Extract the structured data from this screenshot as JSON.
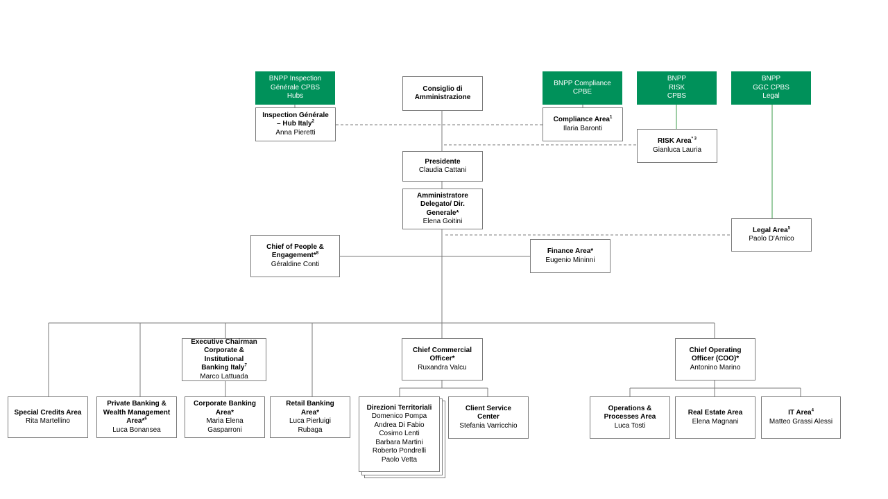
{
  "colors": {
    "green": "#00915a",
    "line": "#7a7a7a",
    "green_line": "#3b9b4a"
  },
  "green_boxes": {
    "inspection": [
      "BNPP Inspection",
      "Générale CPBS",
      "Hubs"
    ],
    "compliance": [
      "BNPP Compliance",
      "CPBE"
    ],
    "risk": [
      "BNPP",
      "RISK",
      "CPBS"
    ],
    "legal": [
      "BNPP",
      "GGC CPBS",
      "Legal"
    ]
  },
  "nodes": {
    "consiglio": {
      "title": [
        "Consiglio di",
        "Amministrazione"
      ],
      "names": []
    },
    "inspection_hub": {
      "title": [
        "Inspection Générale",
        "– Hub Italy"
      ],
      "sup": "2",
      "names": [
        "Anna Pieretti"
      ]
    },
    "compliance_area": {
      "title": [
        "Compliance Area"
      ],
      "sup": "1",
      "names": [
        "Ilaria Baronti"
      ]
    },
    "risk_area": {
      "title": [
        "RISK Area"
      ],
      "sup": "* 3",
      "names": [
        "Gianluca Lauria"
      ]
    },
    "presidente": {
      "title": [
        "Presidente"
      ],
      "names": [
        "Claudia Cattani"
      ]
    },
    "ad": {
      "title": [
        "Amministratore",
        "Delegato/ Dir.",
        "Generale*"
      ],
      "names": [
        "Elena Goitini"
      ]
    },
    "legal_area": {
      "title": [
        "Legal Area"
      ],
      "sup": "5",
      "names": [
        "Paolo D'Amico"
      ]
    },
    "people": {
      "title": [
        "Chief of People &",
        "Engagement*"
      ],
      "sup": "8",
      "names": [
        "Géraldine Conti"
      ]
    },
    "finance": {
      "title": [
        "Finance Area*"
      ],
      "names": [
        "Eugenio Mininni"
      ]
    },
    "exec_chairman": {
      "title": [
        "Executive Chairman",
        "Corporate &",
        "Institutional",
        "Banking Italy"
      ],
      "sup": "7",
      "names": [
        "Marco Lattuada"
      ]
    },
    "cco": {
      "title": [
        "Chief Commercial",
        "Officer*"
      ],
      "names": [
        "Ruxandra Valcu"
      ]
    },
    "coo": {
      "title": [
        "Chief Operating",
        "Officer (COO)*"
      ],
      "names": [
        "Antonino Marino"
      ]
    },
    "special_credits": {
      "title": [
        "Special Credits Area"
      ],
      "names": [
        "Rita Martellino"
      ]
    },
    "private_banking": {
      "title": [
        "Private Banking &",
        "Wealth Management",
        "Area*"
      ],
      "sup": "6",
      "names": [
        "Luca Bonansea"
      ]
    },
    "corporate_banking": {
      "title": [
        "Corporate Banking",
        "Area*"
      ],
      "names": [
        "Maria Elena",
        "Gasparroni"
      ]
    },
    "retail_banking": {
      "title": [
        "Retail Banking",
        "Area*"
      ],
      "names": [
        "Luca Pierluigi",
        "Rubaga"
      ]
    },
    "direzioni": {
      "title": [
        "Direzioni Territoriali"
      ],
      "names": [
        "Domenico Pompa",
        "Andrea Di Fabio",
        "Cosimo Lenti",
        "Barbara Martini",
        "Roberto Pondrelli",
        "Paolo Vetta"
      ]
    },
    "client_service": {
      "title": [
        "Client Service",
        "Center"
      ],
      "names": [
        "Stefania Varricchio"
      ]
    },
    "operations": {
      "title": [
        "Operations &",
        "Processes Area"
      ],
      "names": [
        "Luca Tosti"
      ]
    },
    "real_estate": {
      "title": [
        "Real Estate Area"
      ],
      "names": [
        "Elena Magnani"
      ]
    },
    "it_area": {
      "title": [
        "IT Area"
      ],
      "sup": "4",
      "names": [
        "Matteo Grassi Alessi"
      ]
    }
  }
}
